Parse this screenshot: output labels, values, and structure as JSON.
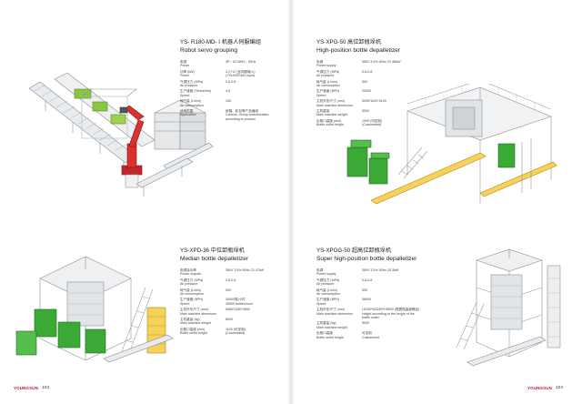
{
  "pages": {
    "left_number": "103",
    "right_number": "104",
    "logo_text": "YOUNGSUN"
  },
  "products": [
    {
      "title_cn": "YS- R180-MD- I 机器人伺服编组",
      "title_en": "Robot servo grouping",
      "specs": [
        {
          "cn": "电源",
          "en": "Power",
          "values": [
            "3P：AC380V；50Hz"
          ]
        },
        {
          "cn": "功率 (kW)",
          "en": "Power",
          "values": [
            "3.2+12 (含伺服输入)",
            "(YOUNGSUN input)"
          ]
        },
        {
          "cn": "气源压力 (MPa)",
          "en": "Air pressure",
          "values": [
            "0.6-0.8"
          ]
        },
        {
          "cn": "生产速度 (Times/min)",
          "en": "Speed",
          "values": [
            "4-6"
          ]
        },
        {
          "cn": "耗气量 (L/min)",
          "en": "Air consumption",
          "values": [
            "100"
          ]
        },
        {
          "cn": "适用范围",
          "en": "Application",
          "values": [
            "纸箱、胶包等产品编组",
            "Cartons, Group customization",
            "according to product"
          ]
        }
      ]
    },
    {
      "title_cn": "YS-XPG-50 高位卸瓶垛机",
      "title_en": "High-position bottle depalletizer",
      "specs": [
        {
          "cn": "电源",
          "en": "Power supply",
          "values": [
            "380V 3.5%   50Hz   2X 85kW"
          ]
        },
        {
          "cn": "气源压力 (MPa)",
          "en": "Air pressure",
          "values": [
            "0.6-0.8"
          ]
        },
        {
          "cn": "耗气量 (L/min)",
          "en": "Air consumption",
          "values": [
            "500"
          ]
        },
        {
          "cn": "生产速度 (BPH)",
          "en": "Speed",
          "values": [
            "20000"
          ]
        },
        {
          "cn": "主机外形尺寸 (mm)",
          "en": "Main machine dimension",
          "values": [
            "3926*1620*4100"
          ]
        },
        {
          "cn": "主机重量",
          "en": "Main machine weight",
          "values": [
            "5500"
          ]
        },
        {
          "cn": "出瓶口高度 (mm)",
          "en": "Bottle outlet height",
          "values": [
            "1000 (可定制)",
            "(Customized)"
          ]
        }
      ]
    },
    {
      "title_cn": "YS-XPD-36 中位卸瓶垛机",
      "title_en": "Median bottle depalletizer",
      "specs": [
        {
          "cn": "电源及功率",
          "en": "Power outputs",
          "values": [
            "380V 3.5%   50Hz   21.47kW"
          ]
        },
        {
          "cn": "气源压力 (MPa)",
          "en": "Air pressure",
          "values": [
            "0.6-0.8"
          ]
        },
        {
          "cn": "耗气量 (L/min)",
          "en": "Air consumption",
          "values": [
            "500"
          ]
        },
        {
          "cn": "生产速度 (BPH)",
          "en": "Speed",
          "values": [
            "30000瓶/小时",
            "30000 bottles/hour"
          ]
        },
        {
          "cn": "主机外形尺寸 (mm)",
          "en": "Main machine dimension",
          "values": [
            "5460*2430*4900"
          ]
        },
        {
          "cn": "主机重量 (kg)",
          "en": "Main machine weight",
          "values": [
            "8000"
          ]
        },
        {
          "cn": "出瓶口高度 (mm)",
          "en": "Bottle outlet height",
          "values": [
            "1100 (可定制)",
            "(Customized)"
          ]
        }
      ]
    },
    {
      "title_cn": "YS-XPGG-50 超高位卸瓶垛机",
      "title_en": "Super high-position bottle depalletizer",
      "specs": [
        {
          "cn": "电源",
          "en": "Power supply",
          "values": [
            "380V 3.5%   50Hz   25.3kW"
          ]
        },
        {
          "cn": "气源压力 (MPa)",
          "en": "Air pressure",
          "values": [
            "0.6-0.8"
          ]
        },
        {
          "cn": "耗气量 (L/min)",
          "en": "Air consumption",
          "values": [
            "550"
          ]
        },
        {
          "cn": "生产速度 (BPH)",
          "en": "Speed",
          "values": [
            "48000"
          ]
        },
        {
          "cn": "主机外形尺寸 (mm)",
          "en": "Main machine dimension",
          "values": [
            "L6150*W2280*H5500 (根据瓶高度确定)",
            "Height according to the height of the",
            "bottle outlet"
          ]
        },
        {
          "cn": "主机重量 (kg)",
          "en": "Main machine weight",
          "values": [
            "9000"
          ]
        },
        {
          "cn": "出瓶口高度",
          "en": "Bottle outlet height",
          "values": [
            "可定制",
            "Customized"
          ]
        }
      ]
    }
  ]
}
